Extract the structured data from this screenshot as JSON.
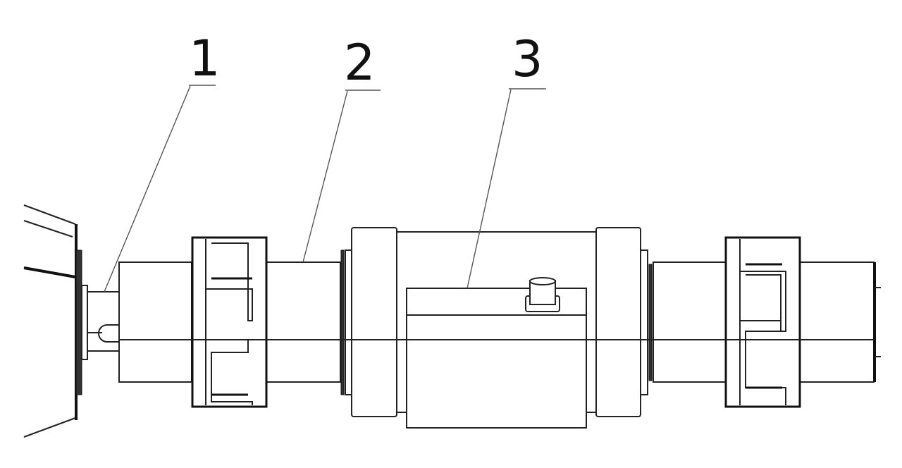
{
  "labels": {
    "item1": "1",
    "item2": "2",
    "item3": "3"
  },
  "colors": {
    "line": "#222222",
    "background": "#ffffff"
  }
}
